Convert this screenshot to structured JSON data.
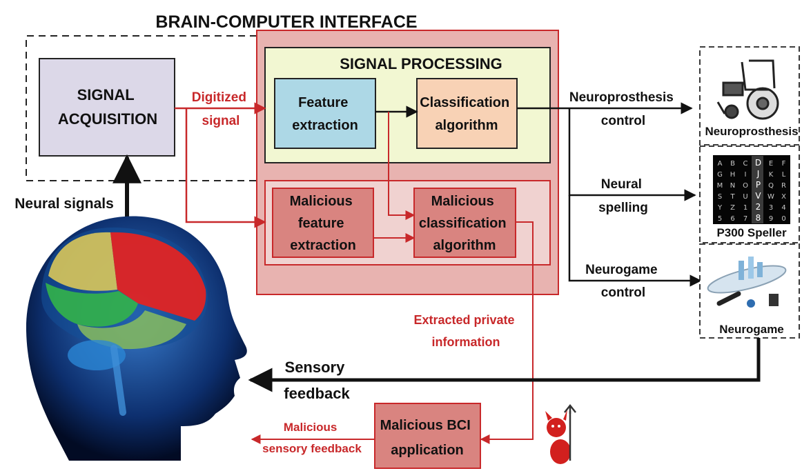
{
  "diagram": {
    "title": "BRAIN-COMPUTER INTERFACE",
    "signal_acquisition": [
      "SIGNAL",
      "ACQUISITION"
    ],
    "signal_processing": "SIGNAL PROCESSING",
    "feature_extraction": [
      "Feature",
      "extraction"
    ],
    "classification_algorithm": [
      "Classification",
      "algorithm"
    ],
    "malicious_feature_extraction": [
      "Malicious",
      "feature",
      "extraction"
    ],
    "malicious_classification_algorithm": [
      "Malicious",
      "classification",
      "algorithm"
    ],
    "digitized_signal": [
      "Digitized",
      "signal"
    ],
    "neural_signals": "Neural signals",
    "neuroprosthesis_control": [
      "Neuroprosthesis",
      "control"
    ],
    "neural_spelling": [
      "Neural",
      "spelling"
    ],
    "neurogame_control": [
      "Neurogame",
      "control"
    ],
    "neuroprosthesis_caption": "Neuroprosthesis",
    "p300_caption": "P300 Speller",
    "neurogame_caption": "Neurogame",
    "extracted_private_information": [
      "Extracted private",
      "information"
    ],
    "sensory_feedback": [
      "Sensory",
      "feedback"
    ],
    "malicious_bci_application": [
      "Malicious BCI",
      "application"
    ],
    "malicious_sensory_feedback": [
      "Malicious",
      "sensory feedback"
    ],
    "speller_rows": [
      [
        "A",
        "B",
        "C",
        "D",
        "E",
        "F"
      ],
      [
        "G",
        "H",
        "I",
        "J",
        "K",
        "L"
      ],
      [
        "M",
        "N",
        "O",
        "P",
        "Q",
        "R"
      ],
      [
        "S",
        "T",
        "U",
        "V",
        "W",
        "X"
      ],
      [
        "Y",
        "Z",
        "1",
        "2",
        "3",
        "4"
      ],
      [
        "5",
        "6",
        "7",
        "8",
        "9",
        "0"
      ]
    ]
  },
  "colors": {
    "red": "#c8282a",
    "processing_fill": "#e8b3b0",
    "malicious_box_fill": "#d98480",
    "acquisition_fill": "#dcd8e8",
    "feature_fill": "#add8e6",
    "classification_fill": "#f8d2b5",
    "processing_inner_fill": "#f2f7d2"
  }
}
